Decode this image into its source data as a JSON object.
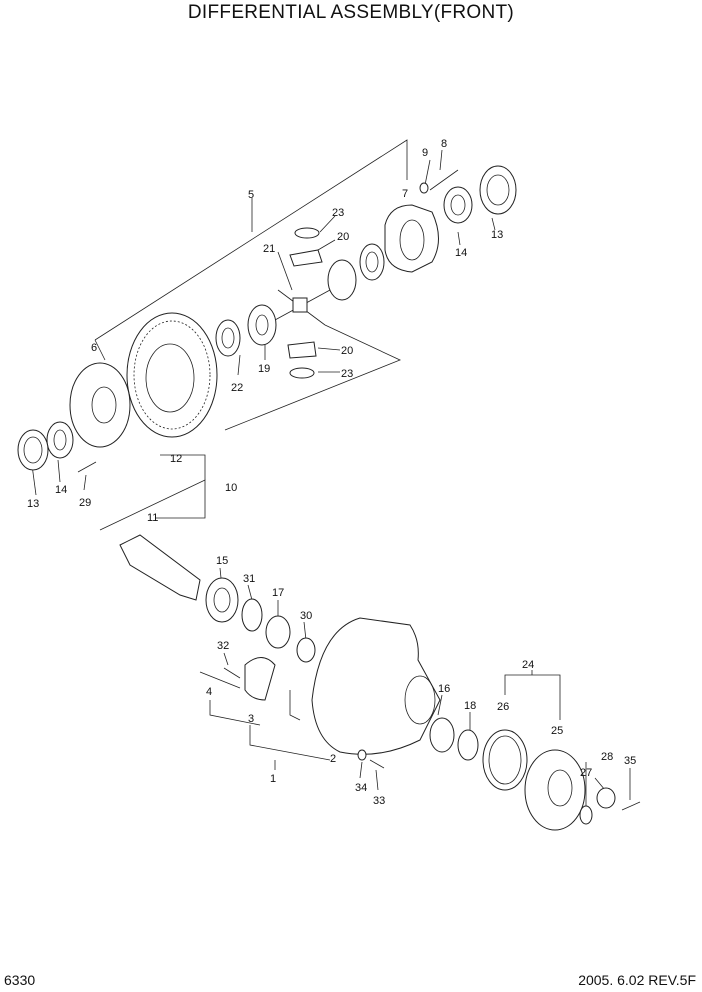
{
  "title": "DIFFERENTIAL ASSEMBLY(FRONT)",
  "footer": {
    "page": "6330",
    "revision": "2005. 6.02  REV.5F"
  },
  "callouts": [
    "1",
    "2",
    "3",
    "4",
    "5",
    "6",
    "7",
    "8",
    "9",
    "10",
    "11",
    "12",
    "13",
    "13",
    "14",
    "14",
    "15",
    "16",
    "17",
    "18",
    "19",
    "20",
    "20",
    "21",
    "22",
    "23",
    "23",
    "24",
    "25",
    "26",
    "27",
    "28",
    "29",
    "30",
    "31",
    "32",
    "33",
    "34",
    "35"
  ]
}
